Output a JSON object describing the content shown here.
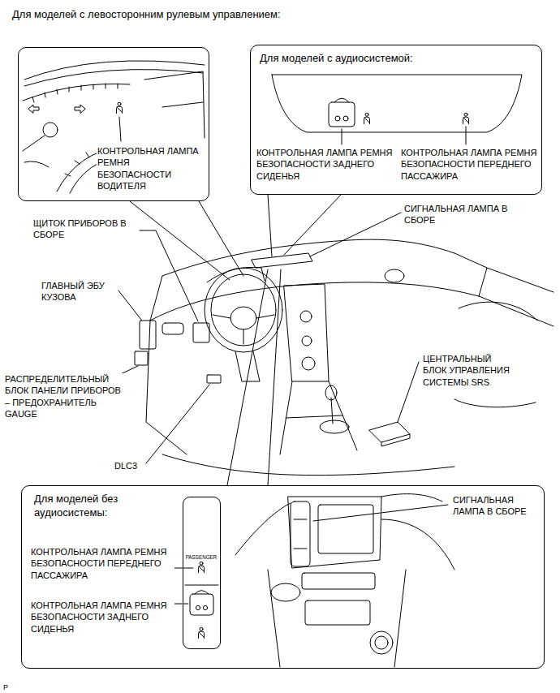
{
  "diagram": {
    "title": "Для моделей с левосторонним рулевым управлением:",
    "nodes": [
      {
        "text": [
          "КОНТРОЛЬНАЯ ЛАМПА РЕМНЯ БЕЗОПАСНОСТИ ВОДИТЕЛЯ"
        ]
      },
      {
        "text": [
          "Для моделей с аудиосистемой:",
          "КОНТРОЛЬНАЯ ЛАМПА РЕМНЯ БЕЗОПАСНОСТИ ЗАДНЕГО СИДЕНЬЯ",
          "КОНТРОЛЬНАЯ ЛАМПА РЕМНЯ БЕЗОПАСНОСТИ ПЕРЕДНЕГО ПАССАЖИРА"
        ]
      },
      {
        "text": [
          "Для моделей без аудиосистемы:",
          "КОНТРОЛЬНАЯ ЛАМПА РЕМНЯ БЕЗОПАСНОСТИ ПЕРЕДНЕГО ПАССАЖИРА",
          "КОНТРОЛЬНАЯ ЛАМПА РЕМНЯ БЕЗОПАСНОСТИ ЗАДНЕГО СИДЕНЬЯ",
          "СИГНАЛЬНАЯ ЛАМПА В СБОРЕ"
        ]
      },
      {
        "text": [
          "PASSENGER"
        ],
        "in": 2
      }
    ],
    "labels": [
      "ЩИТОК ПРИБОРОВ В СБОРЕ",
      "СИГНАЛЬНАЯ ЛАМПА В СБОРЕ",
      "ГЛАВНЫЙ ЭБУ КУЗОВА",
      "РАСПРЕДЕЛИТЕЛЬНЫЙ БЛОК ПАНЕЛИ ПРИБОРОВ – ПРЕДОХРАНИТЕЛЬ GAUGE",
      "ЦЕНТРАЛЬНЫЙ БЛОК УПРАВЛЕНИЯ СИСТЕМЫ SRS",
      "DLC3",
      "P"
    ]
  }
}
